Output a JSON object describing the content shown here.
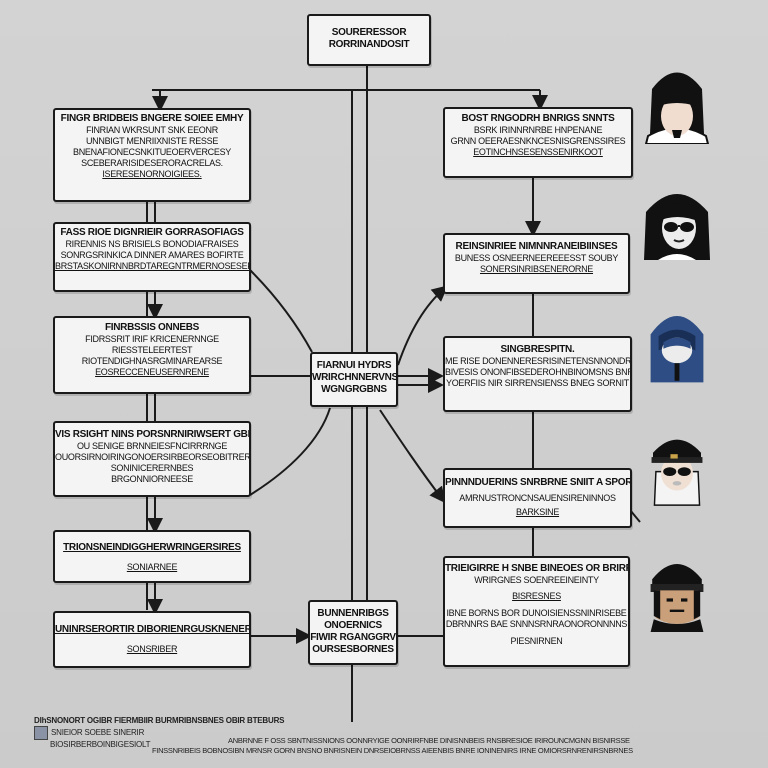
{
  "top_box": [
    "SOURERESSOR",
    "RORRINANDOSIT"
  ],
  "left_boxes": [
    {
      "lines": [
        "FINGR BRIDBEIS BNGERE SOIEE EMHY",
        "FINRIAN WKRSUNT SNK EEONR",
        "UNNBIGT MENRIIXNISTE RESSE",
        "BNENAFIONECSNKITUEOERVERCESY",
        "SCEBERARISIDESERORACRELAS.",
        "ISERESENORNOIGIEES."
      ]
    },
    {
      "lines": [
        "FASS RIOE DIGNRIEIR GORRASOFIAGS",
        "RIRENNIS NS BRISIELS BONODIAFRAISES",
        "SONRGSRINKICA DINNER AMARES BOFIRTE",
        "BRSTASKONIRNNBRDTAREGNTRMERNOSESEFTRNS"
      ]
    },
    {
      "lines": [
        "FINRBSSIS ONNEBS",
        "FIDRSSRIT IRIF KRICENERNNGE",
        "RIESSTELEERTEST",
        "RIOTENDIGHNASRGMINAREARSE",
        "EOSRECCENEUSERNRENE"
      ]
    },
    {
      "lines": [
        "VIS RSIGHT NINS PORSNRNIRIWSERT GBINT",
        "OU SENIGE BRNNEIESFNCIRRRNGE",
        "OUORSIRNOIRINGONOERSIRBEORSEOBITRERE",
        "SONINICERERNBES",
        "BRGONNIORNEESE"
      ]
    },
    {
      "lines": [
        "TRIONSNEINDIGGHERWRINGERSIRES",
        "SONIARNEE"
      ]
    },
    {
      "lines": [
        "UNINRSERORTIR DIBORIENRGUSKNENERS",
        "SONSRIBER"
      ]
    }
  ],
  "center_boxes": [
    {
      "lines": [
        "FIARNUI HYDRS",
        "WRIRCHNNERVNS",
        "WGNGRGBNS"
      ]
    },
    {
      "lines": [
        "BUNNENRIBGS",
        "ONOERNICS",
        "FIWIR RGANGGRV",
        "OURSESBORNES"
      ]
    }
  ],
  "right_boxes": [
    {
      "lines": [
        "BOST RNGODRH BNRIGS SNNTS",
        "BSRK IRINNRNRBE HNPENANE",
        "GRNN OEERAESNKNCESNISGRENSSIRES",
        "EOTINCHNSESENSSENIRKOOT"
      ]
    },
    {
      "lines": [
        "REINSINRIEE NIMNNRANEIBIINSES",
        "BUNESS OSNEERNEEREEESST SOUBY",
        "SONERSINRIBSENERORNE"
      ]
    },
    {
      "lines": [
        "SINGBRESPITN.",
        "ME RISE DONENNERESRISINETENSNNONDRERNS",
        "BIVESIS ONONFIBSEDEROHNBINOMSNS BNRSE",
        "YOERFIIS NIR SIRRENSIENSS BNEG SORNIT"
      ]
    },
    {
      "lines": [
        "PINNNDUERINS SNRBRNE SNIIT A SPOR",
        "AMRNUSTRONCNSAUENSIRENINNOS",
        "BARKSINE"
      ]
    },
    {
      "lines": [
        "TRIEIGIRRE H SNBE BINEOES OR BRIRR",
        "WRIRGNES SOENREEINEINTY",
        "BISRESNES",
        "IBNE BORNS BOR DUNOISIENSSNINRISEBE",
        "DBRNNRS BAE SNNNSRNRAONORONNNNS",
        "PIESNIRNEN"
      ]
    }
  ],
  "icons": [
    "long-hair-figure-icon",
    "sunglasses-figure-icon",
    "blue-hood-figure-icon",
    "cap-figure-icon",
    "beanie-figure-icon"
  ],
  "legend": [
    "DIhSNONORT OGIBR FIERMBIIR BURMRIBNSBNES OBIR BTEBURS",
    "SNIEIOR SOEBE SINERIR",
    "BIOSIRBERBOINBIGESIOLT"
  ],
  "footer": [
    "ANBRNNE F OSS SBNTNISSNIONS OONNRYIGE OONRIRFNBE DINISNNBEIS RNSBRESIOE IRIROUNCMGNN BISNIRSSE",
    "FINSSNRIBEIS BOBNOSIBN MRNSR GORN BNSNO BNRISNEIN DNRSEIOBRNSS AIEENBIS BNRE IONINENIRS IRNE OMIORSRNRENIRSNBRNES"
  ],
  "colors": {
    "background": "#cfcfcf",
    "box": "#f4f4f4",
    "stroke": "#1a1a1a",
    "hood": "#2d4d84"
  }
}
